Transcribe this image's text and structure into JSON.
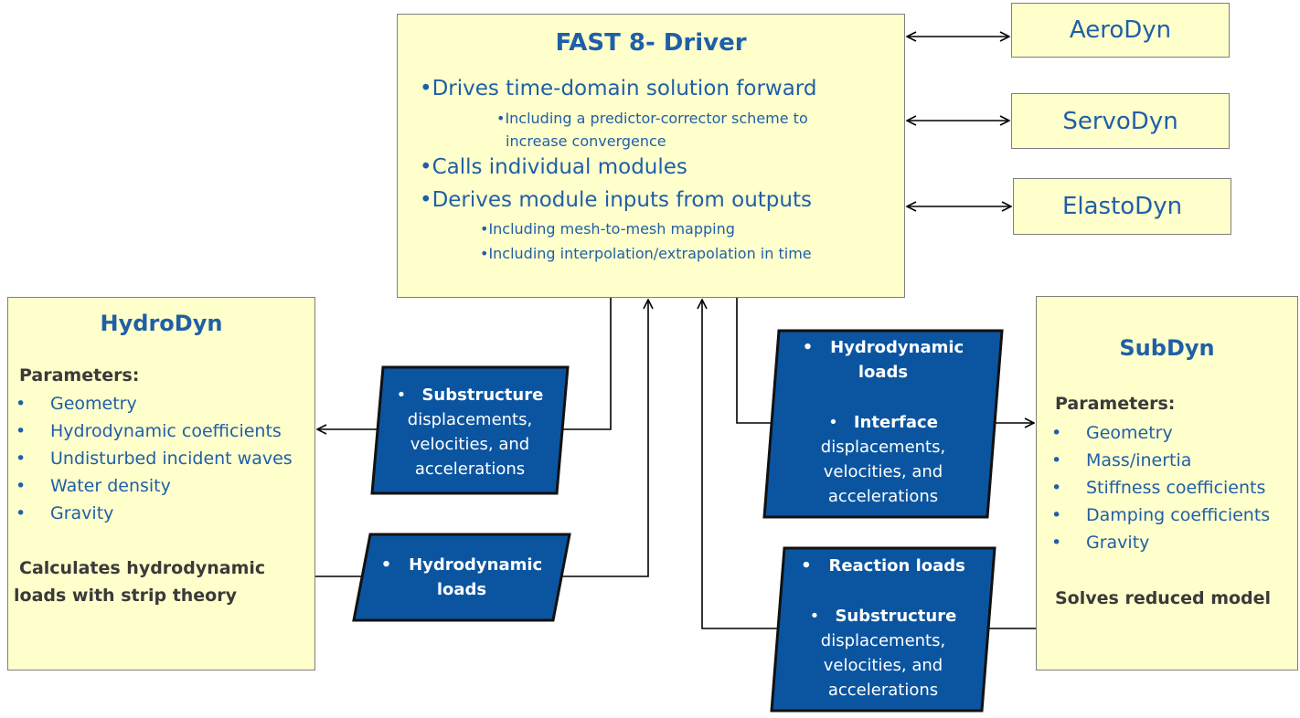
{
  "fast": {
    "title": "FAST 8- Driver",
    "bullets": [
      "•Drives time-domain solution forward",
      "•Including a predictor-corrector scheme to",
      "increase convergence",
      "•Calls individual modules",
      "•Derives module inputs from outputs",
      "•Including mesh-to-mesh mapping",
      "•Including interpolation/extrapolation in time"
    ]
  },
  "modules": {
    "aerodyn": "AeroDyn",
    "servodyn": "ServoDyn",
    "elastodyn": "ElastoDyn"
  },
  "hydrodyn": {
    "title": "HydroDyn",
    "params_label": "Parameters:",
    "params": [
      "Geometry",
      "Hydrodynamic coefficients",
      "Undisturbed incident waves",
      "Water density",
      "Gravity"
    ],
    "desc_1": "Calculates hydrodynamic",
    "desc_2": "loads with strip theory"
  },
  "subdyn": {
    "title": "SubDyn",
    "params_label": "Parameters:",
    "params": [
      "Geometry",
      "Mass/inertia",
      "Stiffness coefficients",
      "Damping coefficients",
      "Gravity"
    ],
    "desc": "Solves reduced model"
  },
  "flows": {
    "to_hydro": {
      "bullet": "•",
      "lead": "Substructure",
      "rest": [
        "displacements,",
        "velocities, and",
        "accelerations"
      ]
    },
    "from_hydro": {
      "bullet": "•",
      "lines": [
        "Hydrodynamic",
        "loads"
      ]
    },
    "to_subdyn": {
      "bullet": "•",
      "part1": [
        "Hydrodynamic",
        "loads"
      ],
      "lead2": "Interface",
      "rest2": [
        "displacements,",
        "velocities, and",
        "accelerations"
      ]
    },
    "from_subdyn": {
      "bullet": "•",
      "lead1": "Reaction loads",
      "lead2": "Substructure",
      "rest2": [
        "displacements,",
        "velocities, and",
        "accelerations"
      ]
    }
  },
  "colors": {
    "box_fill": "#ffffcc",
    "box_border": "#7f7f7f",
    "text_blue": "#1f5fa8",
    "para_fill": "#0b55a0",
    "para_stroke": "#111111"
  }
}
